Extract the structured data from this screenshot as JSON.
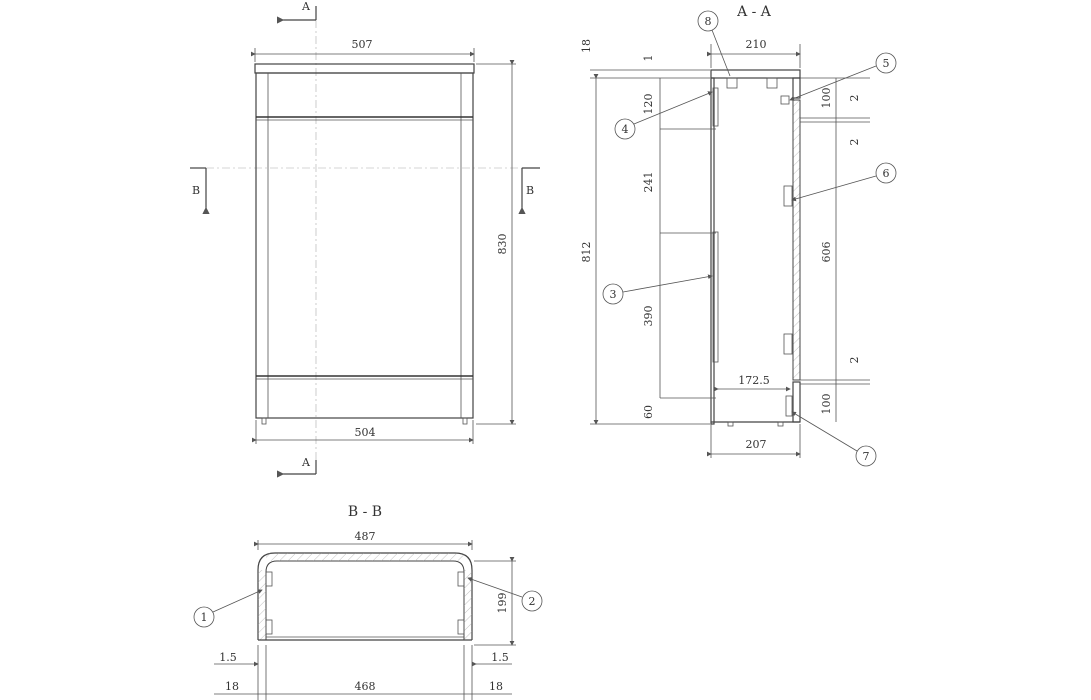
{
  "sections": {
    "aa_title": "A - A",
    "bb_title": "B - B",
    "cut_a": "A",
    "cut_b": "B"
  },
  "front_view": {
    "width_top": "507",
    "width_bottom": "504",
    "height": "830"
  },
  "side_view": {
    "depth_top": "210",
    "depth_bottom": "207",
    "inner_depth": "172.5",
    "top_thickness": "18",
    "top_gap": "1",
    "total_height": "812",
    "seg_120": "120",
    "seg_241": "241",
    "seg_390": "390",
    "seg_60": "60",
    "door_height": "606",
    "top_rail": "100",
    "bottom_rail": "100",
    "gap_a": "2",
    "gap_b": "2",
    "gap_c": "2"
  },
  "plan_view": {
    "outer_width": "487",
    "depth": "199",
    "inner_width": "468",
    "side_left": "18",
    "side_right": "18",
    "gap_left": "1.5",
    "gap_right": "1.5"
  },
  "callouts": [
    "1",
    "2",
    "3",
    "4",
    "5",
    "6",
    "7",
    "8"
  ]
}
